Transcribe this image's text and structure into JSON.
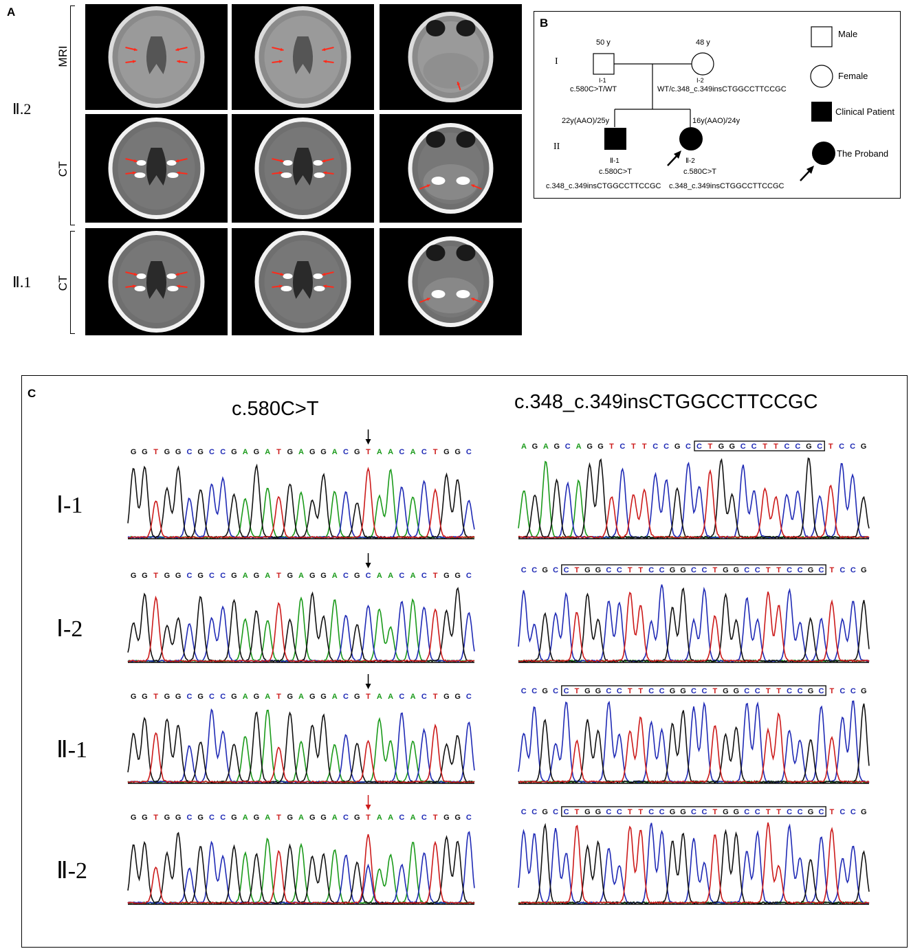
{
  "panel_a": {
    "letter": "A",
    "groups": [
      {
        "id": "II.2",
        "label": "Ⅱ.2",
        "rows": [
          "MRI",
          "CT"
        ]
      },
      {
        "id": "II.1",
        "label": "Ⅱ.1",
        "rows": [
          "CT"
        ]
      }
    ]
  },
  "panel_b": {
    "letter": "B",
    "generations": [
      "I",
      "II"
    ],
    "father": {
      "age": "50 y",
      "id": "Ⅰ-1",
      "genotype": "c.580C>T/WT"
    },
    "mother": {
      "age": "48 y",
      "id": "Ⅰ-2",
      "genotype": "WT/c.348_c.349insCTGGCCTTCCGC"
    },
    "son": {
      "onset": "22y(AAO)/25y",
      "id": "Ⅱ-1",
      "genotype1": "c.580C>T",
      "genotype2": "c.348_c.349insCTGGCCTTCCGC"
    },
    "daughter": {
      "onset": "16y(AAO)/24y",
      "id": "Ⅱ-2",
      "genotype1": "c.580C>T",
      "genotype2": "c.348_c.349insCTGGCCTTCCGC"
    },
    "legend": [
      "Male",
      "Female",
      "Clinical Patient",
      "The Proband"
    ]
  },
  "panel_c": {
    "letter": "C",
    "left_title": "c.580C>T",
    "right_title": "c.348_c.349insCTGGCCTTCCGC",
    "rows": [
      {
        "label": "Ⅰ-1",
        "left_seq": "GGTGGCGCCGAGATGAGGACGTAACACTGGC",
        "right_seq": "AGAGCAGGTCTTCCGCCTGGCCTTCCGCTCCG"
      },
      {
        "label": "Ⅰ-2",
        "left_seq": "GGTGGCGCCGAGATGAGGACGCAACACTGGC",
        "right_seq": "CCGCCTGGCCTTCCGGCCTGGCCTTCCGCTCCG"
      },
      {
        "label": "Ⅱ-1",
        "left_seq": "GGTGGCGCCGAGATGAGGACGTAACACTGGC",
        "right_seq": "CCGCCTGGCCTTCCGGCCTGGCCTTCCGCTCCG"
      },
      {
        "label": "Ⅱ-2",
        "left_seq": "GGTGGCGCCGAGATGAGGACGTAACACTGGC",
        "right_seq": "CCGCCTGGCCTTCCGGCCTGGCCTTCCGCTCCG"
      }
    ],
    "colors": {
      "A": "#1a9a1a",
      "C": "#1f2ab5",
      "G": "#111111",
      "T": "#cc1a1a"
    }
  }
}
